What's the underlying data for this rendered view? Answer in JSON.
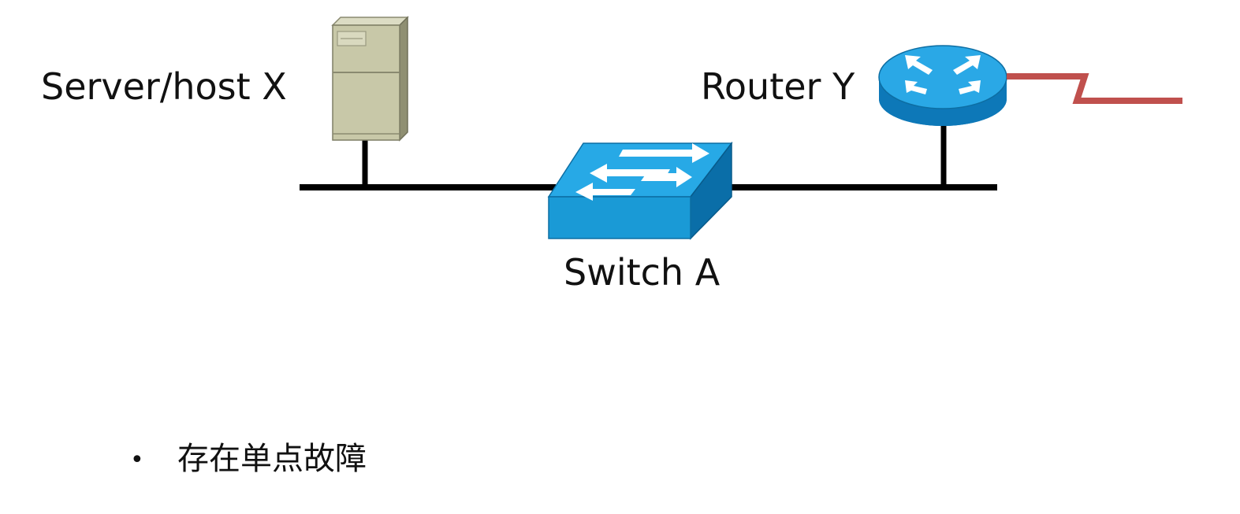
{
  "diagram": {
    "nodes": {
      "server": {
        "label": "Server/host X",
        "icon": "server-icon"
      },
      "router": {
        "label": "Router Y",
        "icon": "router-icon"
      },
      "switch": {
        "label": "Switch A",
        "icon": "switch-icon"
      }
    },
    "colors": {
      "line": "#000000",
      "wan_link": "#c0504d",
      "device_blue": "#1a9ad6",
      "server_body": "#c8c8a8"
    }
  },
  "bullets": [
    {
      "marker": "•",
      "text": "存在单点故障"
    }
  ]
}
